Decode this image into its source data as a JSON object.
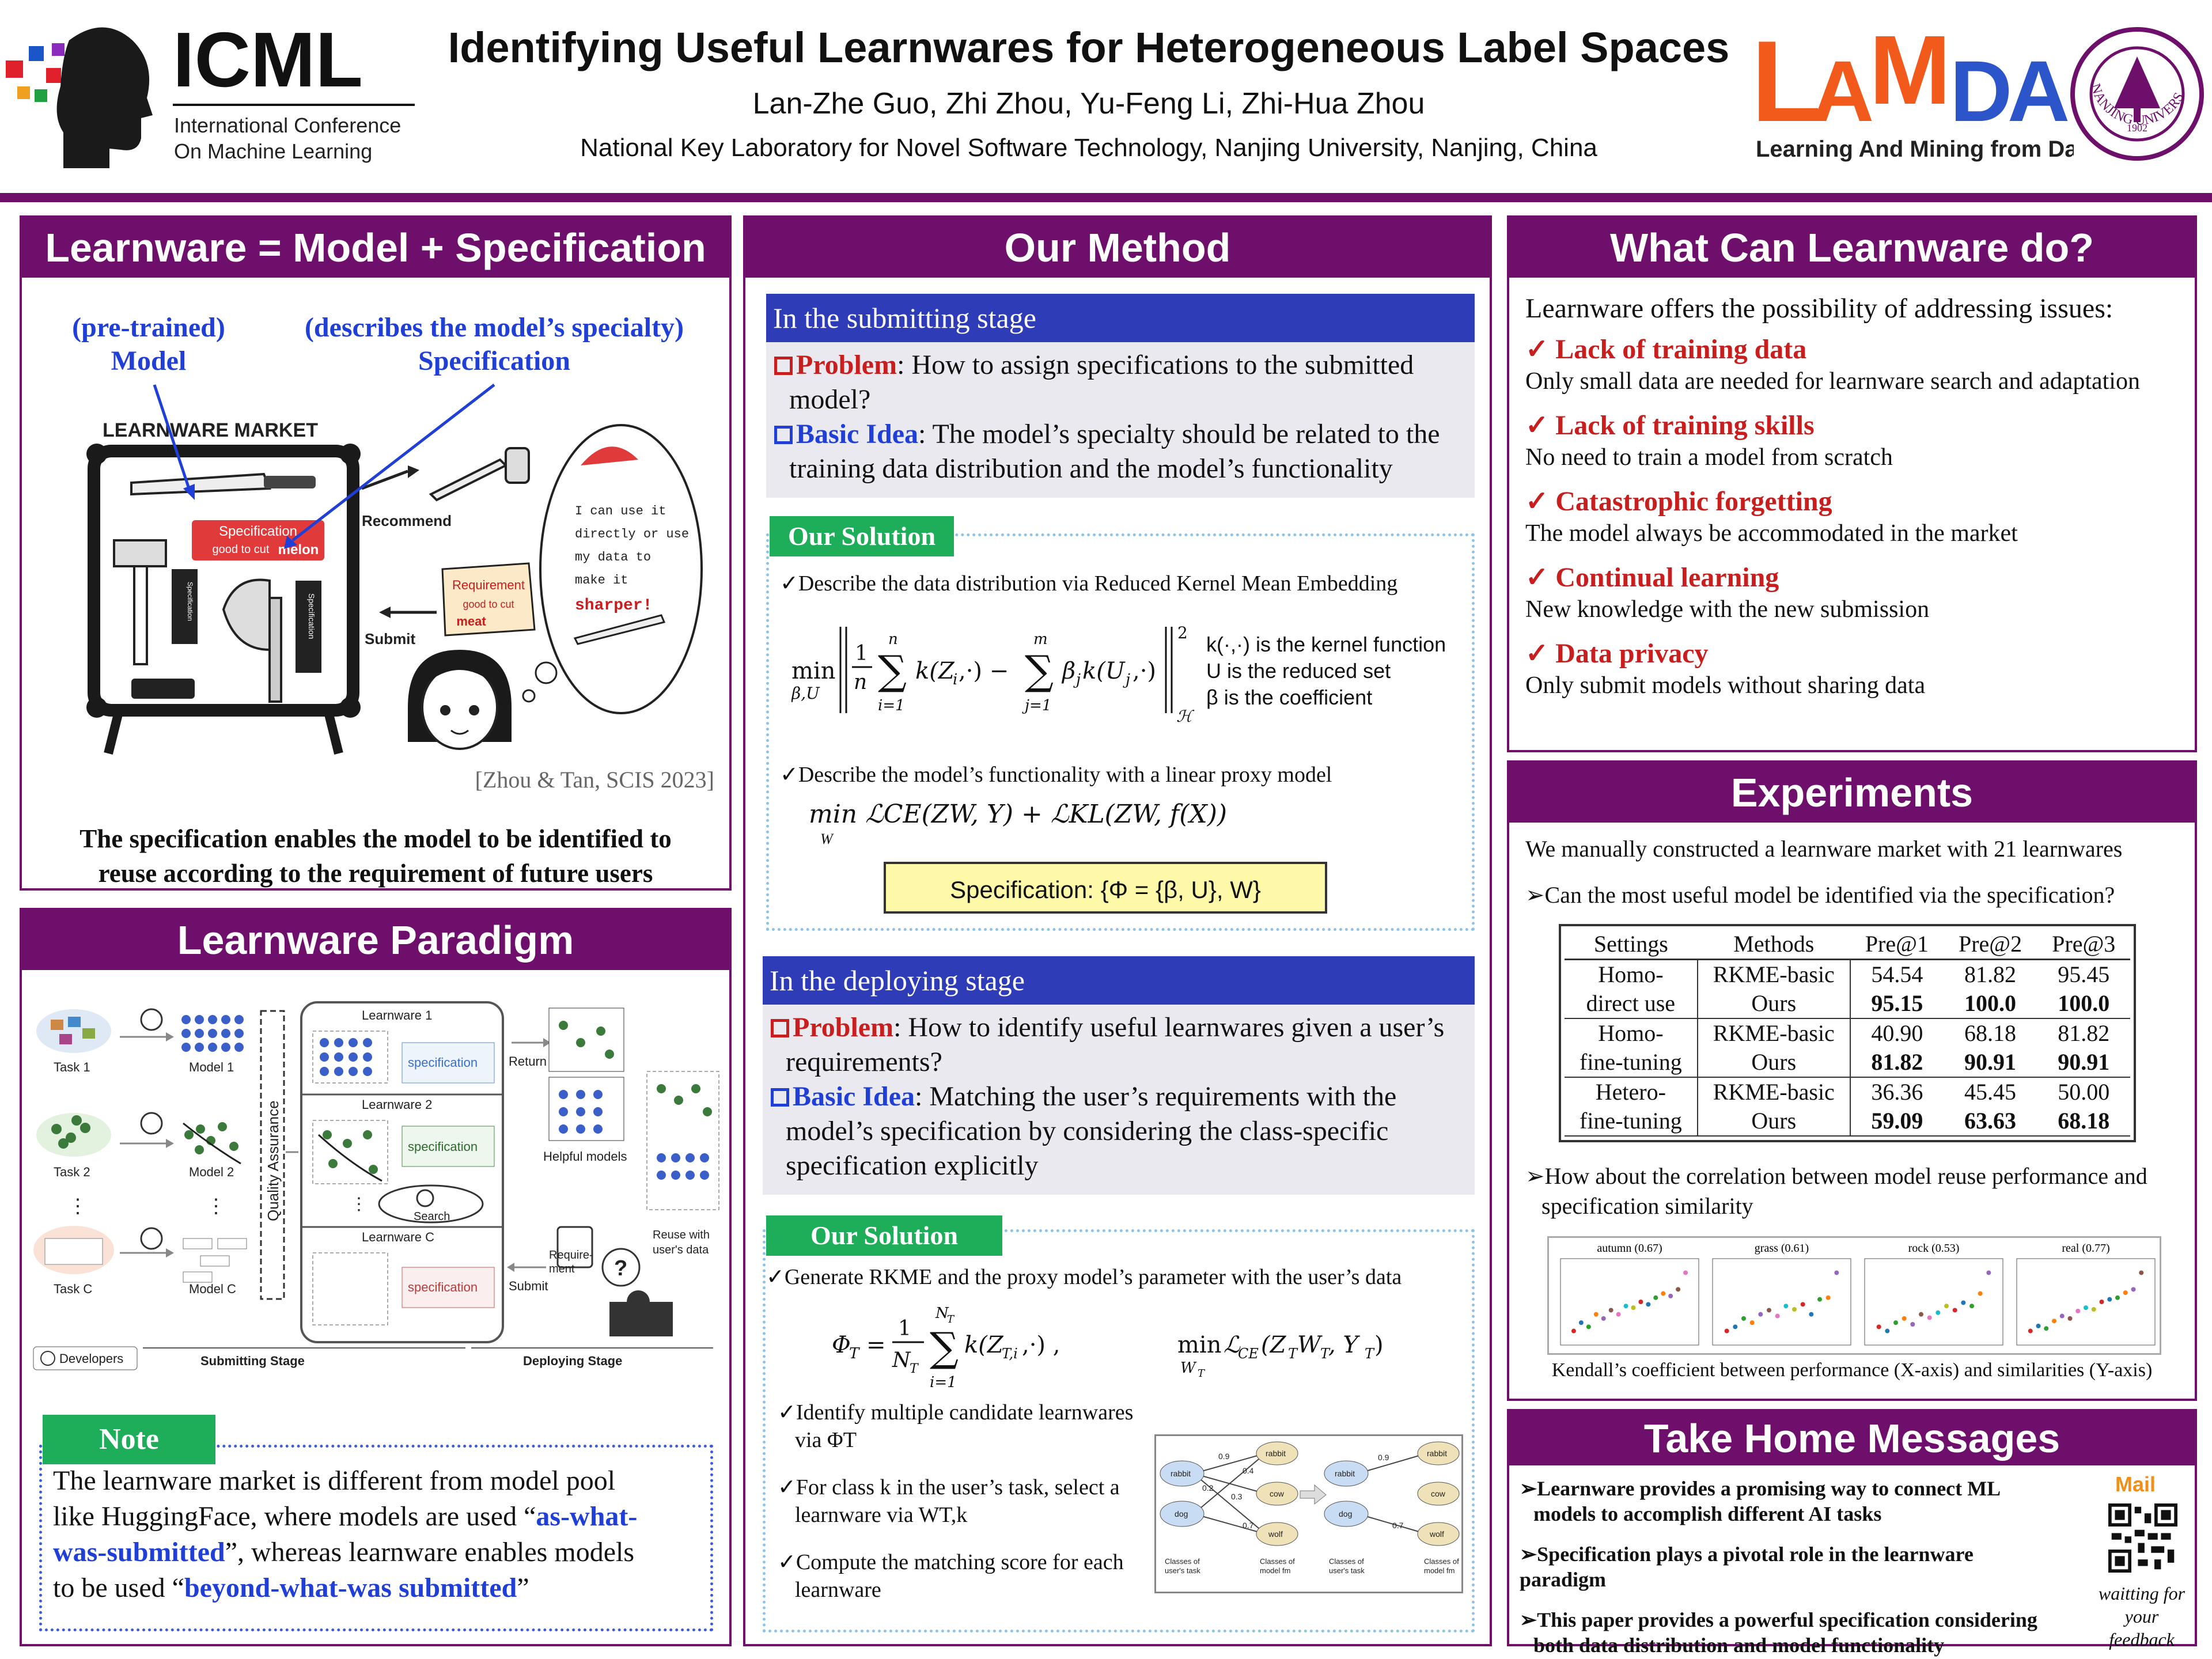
{
  "header": {
    "icml_name": "ICML",
    "icml_sub1": "International Conference",
    "icml_sub2": "On Machine Learning",
    "title": "Identifying Useful Learnwares for Heterogeneous Label Spaces",
    "authors": "Lan-Zhe Guo, Zhi Zhou, Yu-Feng Li, Zhi-Hua Zhou",
    "affiliation": "National Key Laboratory for Novel Software Technology, Nanjing University, Nanjing, China",
    "lamda_letters": [
      "L",
      "A",
      "M",
      "D",
      "A"
    ],
    "lamda_sub": "Learning And Mining from DatA",
    "nju_text": "NANJING UNIVERSITY",
    "nju_year": "1902"
  },
  "colors": {
    "purple": "#6e0f6b",
    "stage_blue": "#2e3cb8",
    "green": "#1eae5a",
    "red": "#c81e1e",
    "link_blue": "#1f3fd6"
  },
  "learnware": {
    "title": "Learnware = Model + Specification",
    "model_paren": "(pre-trained)",
    "model_label": "Model",
    "spec_paren": "(describes the model’s specialty)",
    "spec_label": "Specification",
    "market_label": "LEARNWARE MARKET",
    "tag_spec_title": "Specification",
    "tag_spec_text": "good to cut",
    "tag_spec_obj": "melon",
    "recommend": "Recommend",
    "submit": "Submit",
    "req_title": "Requirement",
    "req_text": "good to cut",
    "req_obj": "meat",
    "bubble_lines": [
      "I can use it",
      "directly or use",
      "my data to",
      "make it"
    ],
    "bubble_emph": "sharper!",
    "spec_vertical": "Specification",
    "citation": "[Zhou & Tan, SCIS 2023]",
    "caption_l1": "The specification enables the model to be identified to",
    "caption_l2": "reuse according to the requirement of future users"
  },
  "paradigm": {
    "title": "Learnware Paradigm",
    "task1": "Task 1",
    "task2": "Task 2",
    "taskc": "Task C",
    "model1": "Model 1",
    "model2": "Model 2",
    "modelc": "Model C",
    "qa": "Quality Assurance",
    "lw1": "Learnware 1",
    "lw2": "Learnware 2",
    "lwc": "Learnware C",
    "spec": "specification",
    "search": "Search",
    "return": "Return",
    "helpful": "Helpful models",
    "requirement": "Require-\nment",
    "submit": "Submit",
    "reuse": "Reuse with\nuser's data",
    "developers": "Developers",
    "submitting": "Submitting Stage",
    "deploying": "Deploying Stage"
  },
  "note": {
    "tab": "Note",
    "l1": "The learnware market is different from model pool",
    "l2a": "like HuggingFace, where models are used “",
    "l2b": "as-what-",
    "l3a": "was-submitted",
    "l3b": "”, whereas learnware enables models",
    "l4a": "to be used “",
    "l4b": "beyond-what-was submitted",
    "l4c": "”"
  },
  "method": {
    "title": "Our Method",
    "submit_stage": "In the submitting stage",
    "s_problem_label": "Problem",
    "s_problem_l1": ": How to assign specifications to the submitted",
    "s_problem_l2": "model?",
    "s_idea_label": "Basic Idea",
    "s_idea_l1": ": The model’s specialty should be related to the",
    "s_idea_l2": "training data distribution and the model’s functionality",
    "solution": "Our Solution",
    "sol1_l1": "✓Describe the data distribution via Reduced Kernel Mean Embedding",
    "kdef1": "k(·,·) is the kernel function",
    "kdef2": "U is the reduced set",
    "kdef3": "β is the coefficient",
    "sol1_l2": "✓Describe the model’s functionality with a linear proxy model",
    "objective": "min  ℒCE(ZW, Y) + ℒKL(ZW, f(X))",
    "obj_sub": "W",
    "spec_box": "Specification: {Φ = {β, U}, W}",
    "deploy_stage": "In the deploying stage",
    "d_problem_label": "Problem",
    "d_problem_l1": ": How to identify useful learnwares given a user’s",
    "d_problem_l2": "requirements?",
    "d_idea_label": "Basic Idea",
    "d_idea_l1": ": Matching the user’s requirements with the",
    "d_idea_l2": "model’s specification  by considering the class-specific",
    "d_idea_l3": "specification explicitly",
    "sol2_l1": "✓Generate RKME and the proxy model’s parameter with the user’s data",
    "sol2_b1": "✓Identify multiple candidate learnwares",
    "sol2_b1b": "via ΦT",
    "sol2_b2": "✓For class k in the user’s task, select a",
    "sol2_b2b": "learnware via WT,k",
    "sol2_b3": "✓Compute the matching score for each",
    "sol2_b3b": "learnware",
    "graph_nodes": [
      "rabbit",
      "dog",
      "rabbit",
      "cow",
      "wolf"
    ],
    "graph_weights": [
      "0.9",
      "0.4",
      "0.2",
      "0.3",
      "0.7"
    ],
    "graph_cap_left": "Classes of\nuser's task",
    "graph_cap_right": "Classes of\nmodel fm"
  },
  "whatcan": {
    "title": "What Can Learnware do?",
    "intro": "Learnware offers the possibility of addressing issues:",
    "items": [
      {
        "head": "Lack of training data",
        "text": "Only small data are needed for learnware search and adaptation"
      },
      {
        "head": "Lack of training skills",
        "text": "No need to train a model from scratch"
      },
      {
        "head": "Catastrophic forgetting",
        "text": "The model always be accommodated in the market"
      },
      {
        "head": "Continual learning",
        "text": "New knowledge with the new submission"
      },
      {
        "head": "Data privacy",
        "text": "Only submit models without sharing data"
      }
    ]
  },
  "experiments": {
    "title": "Experiments",
    "intro": "We manually constructed a learnware market with 21 learnwares",
    "q1": "➢Can the most useful model be identified via the specification?",
    "table_header": [
      "Settings",
      "Methods",
      "Pre@1",
      "Pre@2",
      "Pre@3"
    ],
    "table_rows": [
      {
        "setting": "Homo-",
        "method": "RKME-basic",
        "v": [
          "54.54",
          "81.82",
          "95.45"
        ],
        "bold": false
      },
      {
        "setting": "direct use",
        "method": "Ours",
        "v": [
          "95.15",
          "100.0",
          "100.0"
        ],
        "bold": true
      },
      {
        "setting": "Homo-",
        "method": "RKME-basic",
        "v": [
          "40.90",
          "68.18",
          "81.82"
        ],
        "bold": false
      },
      {
        "setting": "fine-tuning",
        "method": "Ours",
        "v": [
          "81.82",
          "90.91",
          "90.91"
        ],
        "bold": true
      },
      {
        "setting": "Hetero-",
        "method": "RKME-basic",
        "v": [
          "36.36",
          "45.45",
          "50.00"
        ],
        "bold": false
      },
      {
        "setting": "fine-tuning",
        "method": "Ours",
        "v": [
          "59.09",
          "63.63",
          "68.18"
        ],
        "bold": true
      }
    ],
    "q2_l1": "➢How about the correlation between model reuse performance and",
    "q2_l2": "specification similarity",
    "scatter_titles": [
      "autumn (0.67)",
      "grass (0.61)",
      "rock (0.53)",
      "real (0.77)"
    ],
    "scatter_caption": "Kendall’s coefficient between performance (X-axis) and similarities (Y-axis)"
  },
  "chart_data": [
    {
      "type": "scatter",
      "title": "autumn (0.67)",
      "x": [
        1,
        2,
        3,
        4,
        5,
        6,
        7,
        8,
        9,
        10,
        11,
        12,
        13,
        14,
        15,
        16
      ],
      "y": [
        1,
        2,
        1.5,
        3,
        2.5,
        3.5,
        3,
        4,
        3.8,
        4.5,
        4.2,
        5,
        5.5,
        5.2,
        6,
        8
      ]
    },
    {
      "type": "scatter",
      "title": "grass (0.61)",
      "x": [
        1,
        2,
        3,
        4,
        5,
        6,
        7,
        8,
        9,
        10,
        11,
        12,
        13,
        14
      ],
      "y": [
        1,
        1.5,
        2.5,
        2,
        3,
        3.5,
        2.8,
        4,
        3.6,
        4.2,
        3,
        4.8,
        5,
        8
      ]
    },
    {
      "type": "scatter",
      "title": "rock (0.53)",
      "x": [
        1,
        2,
        3,
        4,
        5,
        6,
        7,
        8,
        9,
        10,
        11,
        12,
        13,
        14
      ],
      "y": [
        1.5,
        1,
        2,
        2.5,
        1.8,
        3,
        2.6,
        3.2,
        4,
        3.5,
        4.4,
        4,
        5.5,
        8
      ]
    },
    {
      "type": "scatter",
      "title": "real (0.77)",
      "x": [
        1,
        2,
        3,
        4,
        5,
        6,
        7,
        8,
        9,
        10,
        11,
        12,
        13,
        14,
        15
      ],
      "y": [
        1,
        1.6,
        1.3,
        2.2,
        2.8,
        2.5,
        3.4,
        3.8,
        3.6,
        4.5,
        4.8,
        5,
        5.6,
        6,
        8
      ]
    }
  ],
  "takehome": {
    "title": "Take Home Messages",
    "items": [
      [
        "➢Learnware provides a promising way to connect ML",
        "models to accomplish different AI tasks"
      ],
      [
        "➢Specification plays a pivotal role in the learnware paradigm"
      ],
      [
        "➢This paper provides a powerful specification considering",
        "both data distribution and model functionality"
      ]
    ],
    "mail": "Mail",
    "feedback_l1": "waitting for",
    "feedback_l2": "your feedback"
  }
}
